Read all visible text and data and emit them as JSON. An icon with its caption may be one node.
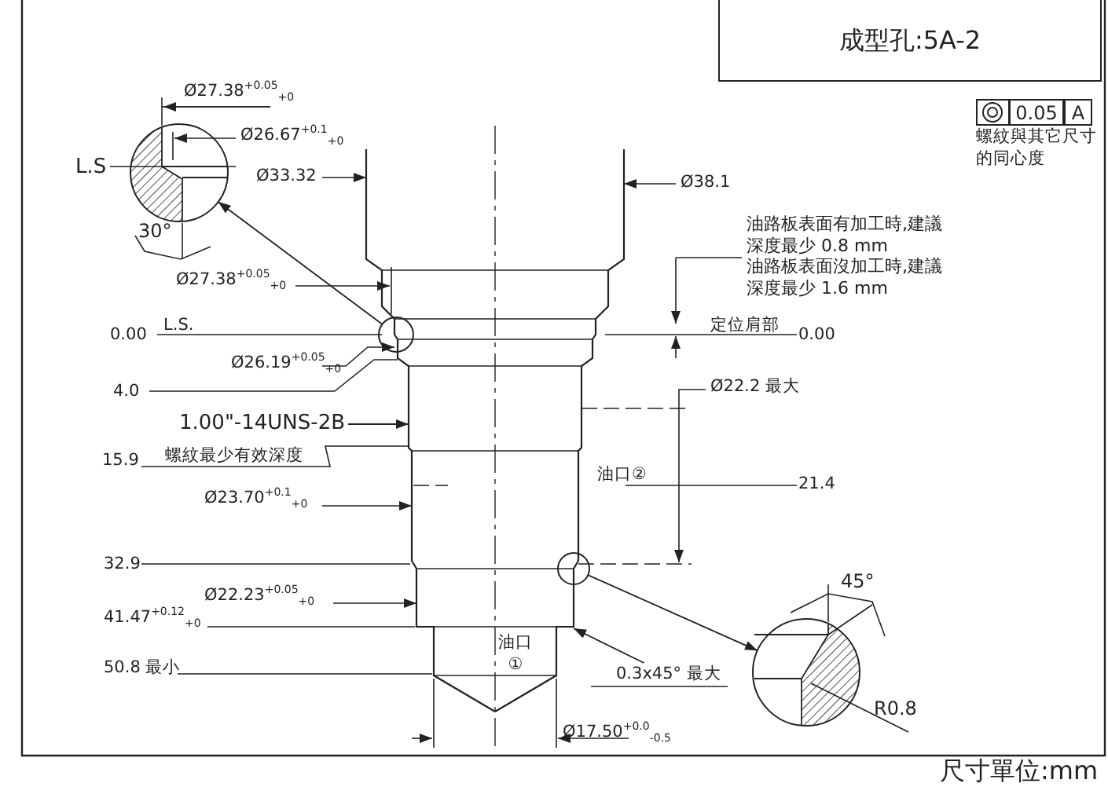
{
  "diagram": {
    "title": "成型孔:5A-2",
    "nodes": [
      {
        "text": [],
        "shape": "circle"
      },
      {
        "text": [],
        "shape": "picture"
      },
      {
        "text": [],
        "shape": "circle"
      },
      {
        "text": [],
        "shape": "picture"
      },
      {
        "text": [
          "1.00\"-14UNS-2B"
        ]
      },
      {
        "text": [
          "0.3x45° 最大"
        ]
      }
    ],
    "edges": [
      {
        "from": 0,
        "to": 1,
        "arrow": "to"
      },
      {
        "from": 2,
        "to": 3,
        "arrow": "to"
      },
      {
        "from": 4,
        "to": null,
        "arrow": "to"
      },
      {
        "from": 5,
        "to": null,
        "arrow": "to"
      }
    ],
    "labels": [
      "0.05",
      "A",
      "螺紋與其它尺寸的同心度",
      "Ø27.38$^{+0.05}$$_{+0}$",
      "Ø26.67$^{+0.1}$$_{+0}$",
      "L.S",
      "Ø33.32",
      "30°",
      "Ø38.1",
      "油路板表面有加工時,建議深度最少 0.8 mm",
      "油路板表面沒加工時,建議深度最少 1.6 mm",
      "Ø27.38$^{+0.05}$$_{+0}$",
      "L.S.",
      "0.00",
      "定位肩部",
      "0.00",
      "Ø26.19$^{+0.05}$$_{+0}$",
      "4.0",
      "Ø22.2 最大",
      "15.9",
      "螺紋最少有效深度",
      "油口②",
      "21.4",
      "Ø23.70$^{+0.1}$$_{+0}$",
      "32.9",
      "Ø22.23$^{+0.05}$$_{+0}$",
      "45°",
      "41.47$^{+0.12}$$_{+0}$",
      "油口①",
      "50.8 最小",
      "R0.8",
      "Ø17.50$^{+0.0}$$_{-0.5}$",
      "尺寸單位:mm"
    ]
  }
}
